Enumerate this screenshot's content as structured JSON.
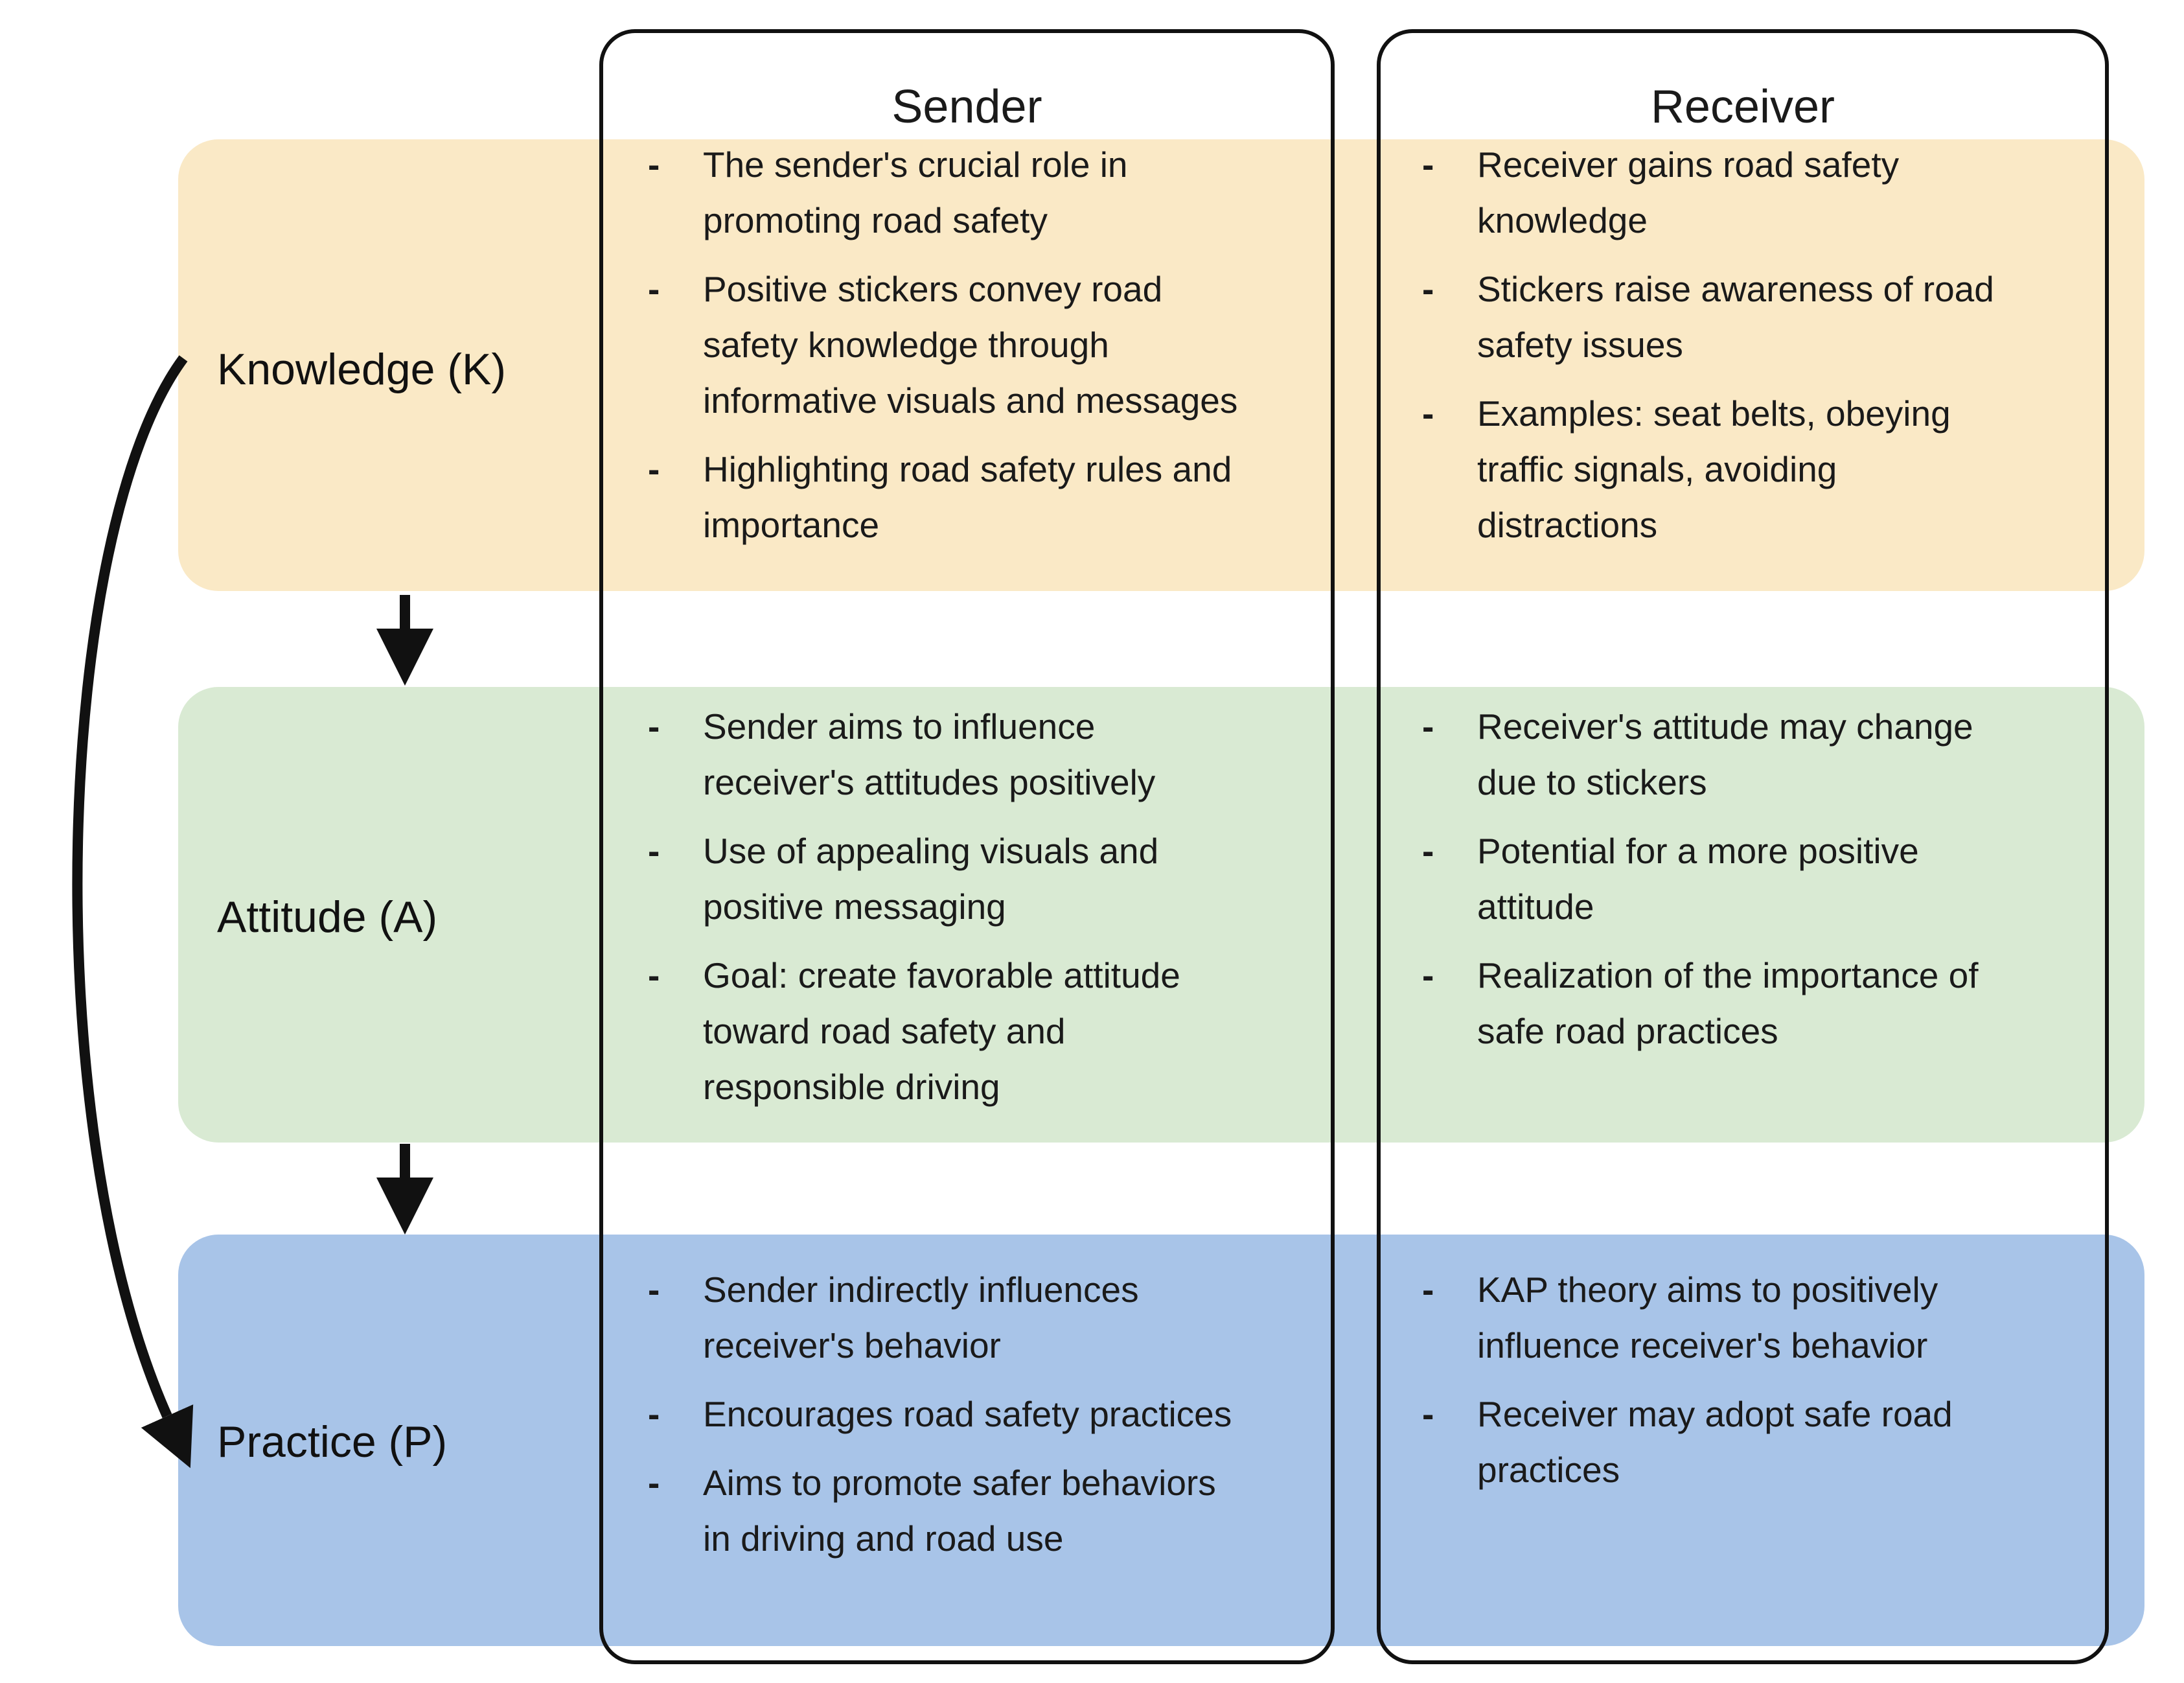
{
  "header": {
    "sender": "Sender",
    "receiver": "Receiver"
  },
  "bullet_marker": "-",
  "colors": {
    "knowledge_band": "#FAE9C6",
    "attitude_band": "#D9EAD3",
    "practice_band": "#A8C4E8",
    "box_border": "#111111",
    "text": "#1a1a1a",
    "arrow": "#111111"
  },
  "icons": {
    "down_arrow": "down-arrow-icon",
    "feedback_arrow": "curved-feedback-arrow-icon"
  },
  "rows": [
    {
      "id": "knowledge",
      "label": "Knowledge (K)",
      "color": "#FAE9C6",
      "sender_bullets": [
        {
          "lines": [
            "The sender's crucial role in",
            "promoting road safety"
          ]
        },
        {
          "lines": [
            "Positive stickers convey road",
            "safety knowledge through",
            "informative visuals and messages"
          ]
        },
        {
          "lines": [
            "Highlighting road safety rules and",
            "importance"
          ]
        }
      ],
      "receiver_bullets": [
        {
          "lines": [
            "Receiver gains road safety",
            "knowledge"
          ]
        },
        {
          "lines": [
            "Stickers raise awareness of road",
            "safety issues"
          ]
        },
        {
          "lines": [
            "Examples: seat belts, obeying",
            "traffic signals, avoiding",
            "distractions"
          ]
        }
      ]
    },
    {
      "id": "attitude",
      "label": "Attitude (A)",
      "color": "#D9EAD3",
      "sender_bullets": [
        {
          "lines": [
            "Sender aims to influence",
            "receiver's attitudes positively"
          ]
        },
        {
          "lines": [
            "Use of appealing visuals and",
            "positive messaging"
          ]
        },
        {
          "lines": [
            "Goal: create favorable attitude",
            "toward road safety and",
            "responsible driving"
          ]
        }
      ],
      "receiver_bullets": [
        {
          "lines": [
            "Receiver's attitude may change",
            "due to stickers"
          ]
        },
        {
          "lines": [
            "Potential for a more positive",
            "attitude"
          ]
        },
        {
          "lines": [
            "Realization of the importance of",
            "safe road practices"
          ]
        }
      ]
    },
    {
      "id": "practice",
      "label": "Practice (P)",
      "color": "#A8C4E8",
      "sender_bullets": [
        {
          "lines": [
            "Sender indirectly influences",
            "receiver's behavior"
          ]
        },
        {
          "lines": [
            "Encourages road safety practices"
          ]
        },
        {
          "lines": [
            "Aims to promote safer behaviors",
            "in driving and road use"
          ]
        }
      ],
      "receiver_bullets": [
        {
          "lines": [
            "KAP theory aims to positively",
            "influence receiver's behavior"
          ]
        },
        {
          "lines": [
            "Receiver may adopt safe road",
            "practices"
          ]
        }
      ]
    }
  ]
}
